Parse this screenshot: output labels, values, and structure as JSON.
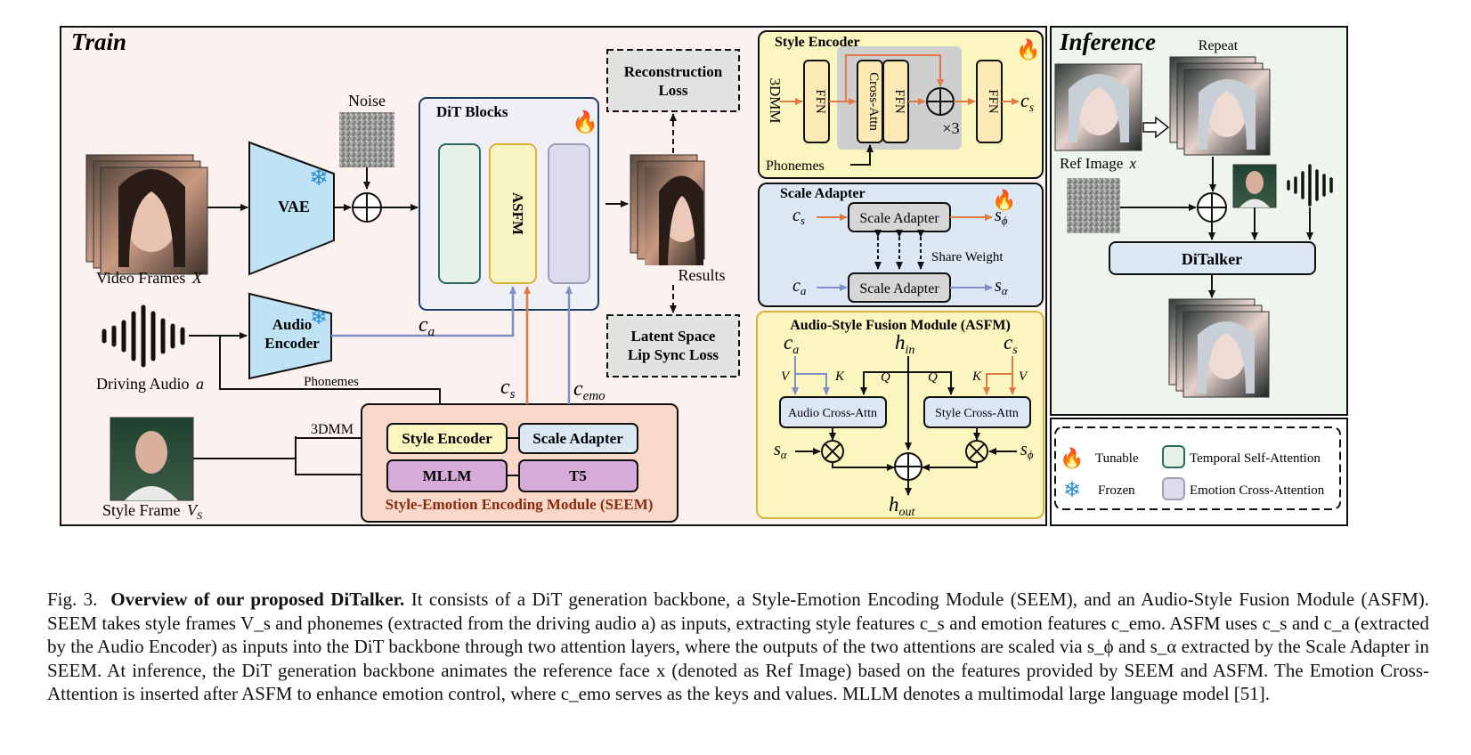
{
  "train": {
    "title": "Train",
    "noise_label": "Noise",
    "vae_label": "VAE",
    "dit_blocks_label": "DiT Blocks",
    "asfm_block_label": "ASFM",
    "video_frames_label": "Video Frames",
    "video_frames_var": "X",
    "audio_encoder_line1": "Audio",
    "audio_encoder_line2": "Encoder",
    "driving_audio_label": "Driving Audio",
    "driving_audio_var": "a",
    "phonemes_label": "Phonemes",
    "style_frame_label": "Style Frame",
    "style_frame_var": "V",
    "style_frame_sub": "S",
    "three_dmm_label": "3DMM",
    "ca_label": "c",
    "ca_sub": "a",
    "cs_label": "c",
    "cs_sub": "s",
    "cemo_label": "c",
    "cemo_sub": "emo",
    "results_label": "Results",
    "recon_loss_line1": "Reconstruction",
    "recon_loss_line2": "Loss",
    "lipsync_line1": "Latent Space",
    "lipsync_line2": "Lip Sync Loss",
    "seem": {
      "style_encoder": "Style Encoder",
      "scale_adapter": "Scale Adapter",
      "mllm": "MLLM",
      "t5": "T5",
      "title": "Style-Emotion Encoding Module (SEEM)"
    }
  },
  "style_encoder_panel": {
    "title": "Style Encoder",
    "input_3dmm": "3DMM",
    "ffn": "FFN",
    "cross_attn": "Cross-Attn",
    "repeat": "×3",
    "phonemes": "Phonemes",
    "out_var": "c",
    "out_sub": "s"
  },
  "scale_adapter_panel": {
    "title": "Scale Adapter",
    "box_label": "Scale Adapter",
    "share_weight": "Share Weight",
    "cs": "c",
    "cs_sub": "s",
    "ca": "c",
    "ca_sub": "a",
    "sphi": "s",
    "sphi_sub": "ϕ",
    "salpha": "s",
    "salpha_sub": "α"
  },
  "asfm_panel": {
    "title": "Audio-Style Fusion Module (ASFM)",
    "ca": "c",
    "ca_sub": "a",
    "cs": "c",
    "cs_sub": "s",
    "hin": "h",
    "hin_sub": "in",
    "hout": "h",
    "hout_sub": "out",
    "v": "V",
    "k": "K",
    "q": "Q",
    "audio_cross_attn": "Audio Cross-Attn",
    "style_cross_attn": "Style Cross-Attn",
    "salpha": "s",
    "salpha_sub": "α",
    "sphi": "s",
    "sphi_sub": "ϕ"
  },
  "inference": {
    "title": "Inference",
    "repeat": "Repeat",
    "ref_image": "Ref Image",
    "ref_var": "x",
    "ditalker": "DiTalker"
  },
  "legend": {
    "tunable": "Tunable",
    "frozen": "Frozen",
    "temporal": "Temporal Self-Attention",
    "emotion": "Emotion Cross-Attention"
  },
  "caption": {
    "prefix": "Fig. 3.",
    "title": "Overview of our proposed DiTalker.",
    "text": "It consists of a DiT generation backbone, a Style-Emotion Encoding Module (SEEM), and an Audio-Style Fusion Module (ASFM). SEEM takes style frames V_s and phonemes (extracted from the driving audio a) as inputs, extracting style features c_s and emotion features c_emo. ASFM uses c_s and c_a (extracted by the Audio Encoder) as inputs into the DiT backbone through two attention layers, where the outputs of the two attentions are scaled via s_ϕ and s_α extracted by the Scale Adapter in SEEM. At inference, the DiT generation backbone animates the reference face x (denoted as Ref Image) based on the features provided by SEEM and ASFM. The Emotion Cross-Attention is inserted after ASFM to enhance emotion control, where c_emo serves as the keys and values. MLLM denotes a multimodal large language model [51]."
  },
  "colors": {
    "train_bg": "#fbf1ee",
    "inference_bg": "#eef5ec",
    "style_panel": "#fbf6bf",
    "scale_panel": "#dde8f5",
    "seem_bg": "#f8d8c8",
    "vae_fill": "#bfe3f5",
    "orange": "#e07a45",
    "blue": "#7f8fc7"
  }
}
